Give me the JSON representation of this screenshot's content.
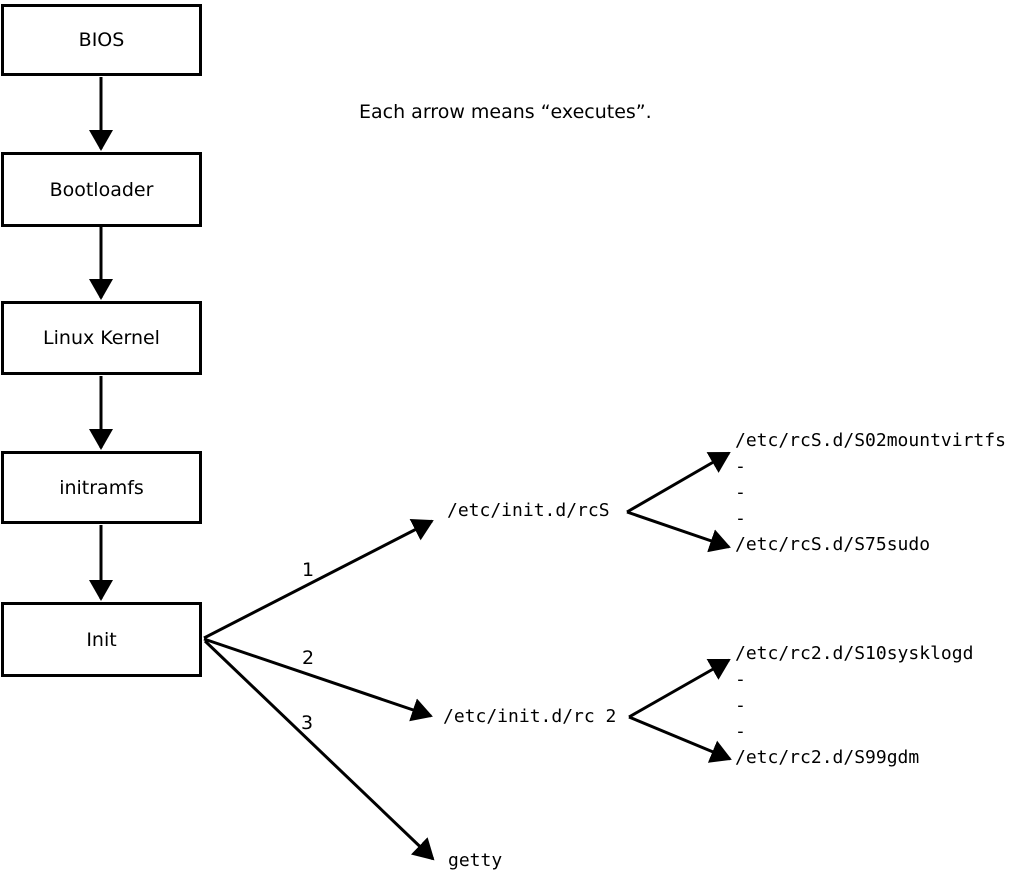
{
  "caption": "Each arrow means “executes”.",
  "boxes": [
    {
      "label": "BIOS"
    },
    {
      "label": "Bootloader"
    },
    {
      "label": "Linux Kernel"
    },
    {
      "label": "initramfs"
    },
    {
      "label": "Init"
    }
  ],
  "init_arrow_labels": {
    "one": "1",
    "two": "2",
    "three": "3"
  },
  "branch_rcS": {
    "label": "/etc/init.d/rcS",
    "children": [
      "/etc/rcS.d/S02mountvirtfs",
      "-",
      "-",
      "-",
      "/etc/rcS.d/S75sudo"
    ]
  },
  "branch_rc2": {
    "label": "/etc/init.d/rc 2",
    "children": [
      "/etc/rc2.d/S10sysklogd",
      "-",
      "-",
      "-",
      "/etc/rc2.d/S99gdm"
    ]
  },
  "getty_label": "getty",
  "colors": {
    "line": "#000000",
    "background": "#ffffff"
  }
}
